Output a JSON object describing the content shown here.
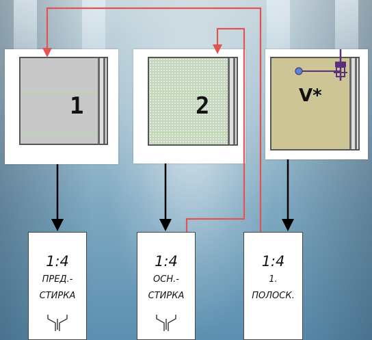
{
  "panels": {
    "p1": {
      "digit": "1"
    },
    "p2": {
      "digit": "2"
    },
    "p3": {
      "label": "V*"
    }
  },
  "steps": [
    {
      "ratio": "1:4",
      "line1": "ПРЕД.-",
      "line2": "СТИРКА"
    },
    {
      "ratio": "1:4",
      "line1": "ОСН.-",
      "line2": "СТИРКА"
    },
    {
      "ratio": "1:4",
      "line1": "1.",
      "line2": "ПОЛОСК."
    }
  ],
  "colors": {
    "red_line": "#e0554f",
    "black_arrow": "#000000",
    "knob_blue": "#5a86d8",
    "knob_purple": "#5b2f7a"
  }
}
